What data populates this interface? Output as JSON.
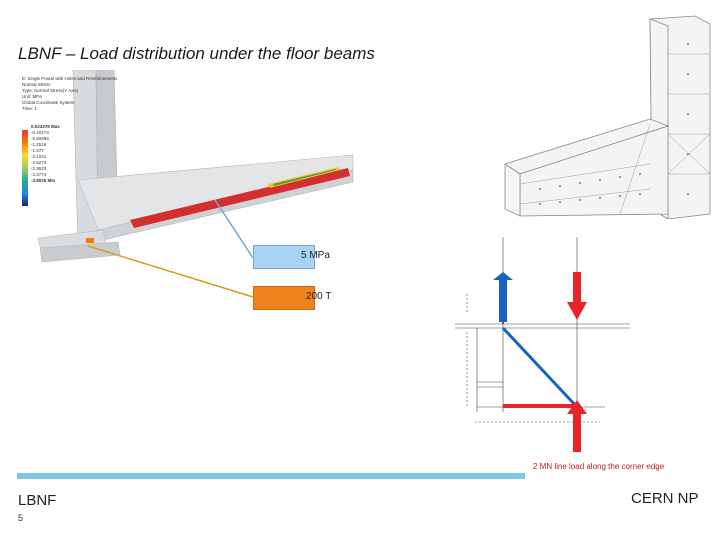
{
  "slide": {
    "title": "LBNF – Load distribution under the floor beams",
    "footer_left": "LBNF",
    "page_number": "5",
    "footer_right": "CERN NP",
    "caption": "2 MN line load along the corner edge"
  },
  "legend": {
    "header": [
      "E: Single Pontal with Holes and Reinforcements",
      "Normal Stress",
      "Type: Normal Stress(Y Axis)",
      "Unit: MPa",
      "Global Coordinate System",
      "Time: 1"
    ],
    "max_label": "0.023376 Max",
    "values": [
      "-0.40173",
      "-0.82683",
      "-1.2519",
      "-1.677",
      "-2.1021",
      "-2.5272",
      "-2.9523",
      "-3.3774"
    ],
    "min_label": "-3.8025 Min"
  },
  "key": [
    {
      "label": "5 MPa",
      "color": "#a9d3f5"
    },
    {
      "label": "200 T",
      "color": "#f0821e"
    }
  ],
  "colors": {
    "arrow_red": "#e8232a",
    "arrow_blue": "#1565c0",
    "stress_red": "#d32f2f",
    "leader_blue": "#6fa8dc",
    "leader_orange": "#d4a017"
  }
}
